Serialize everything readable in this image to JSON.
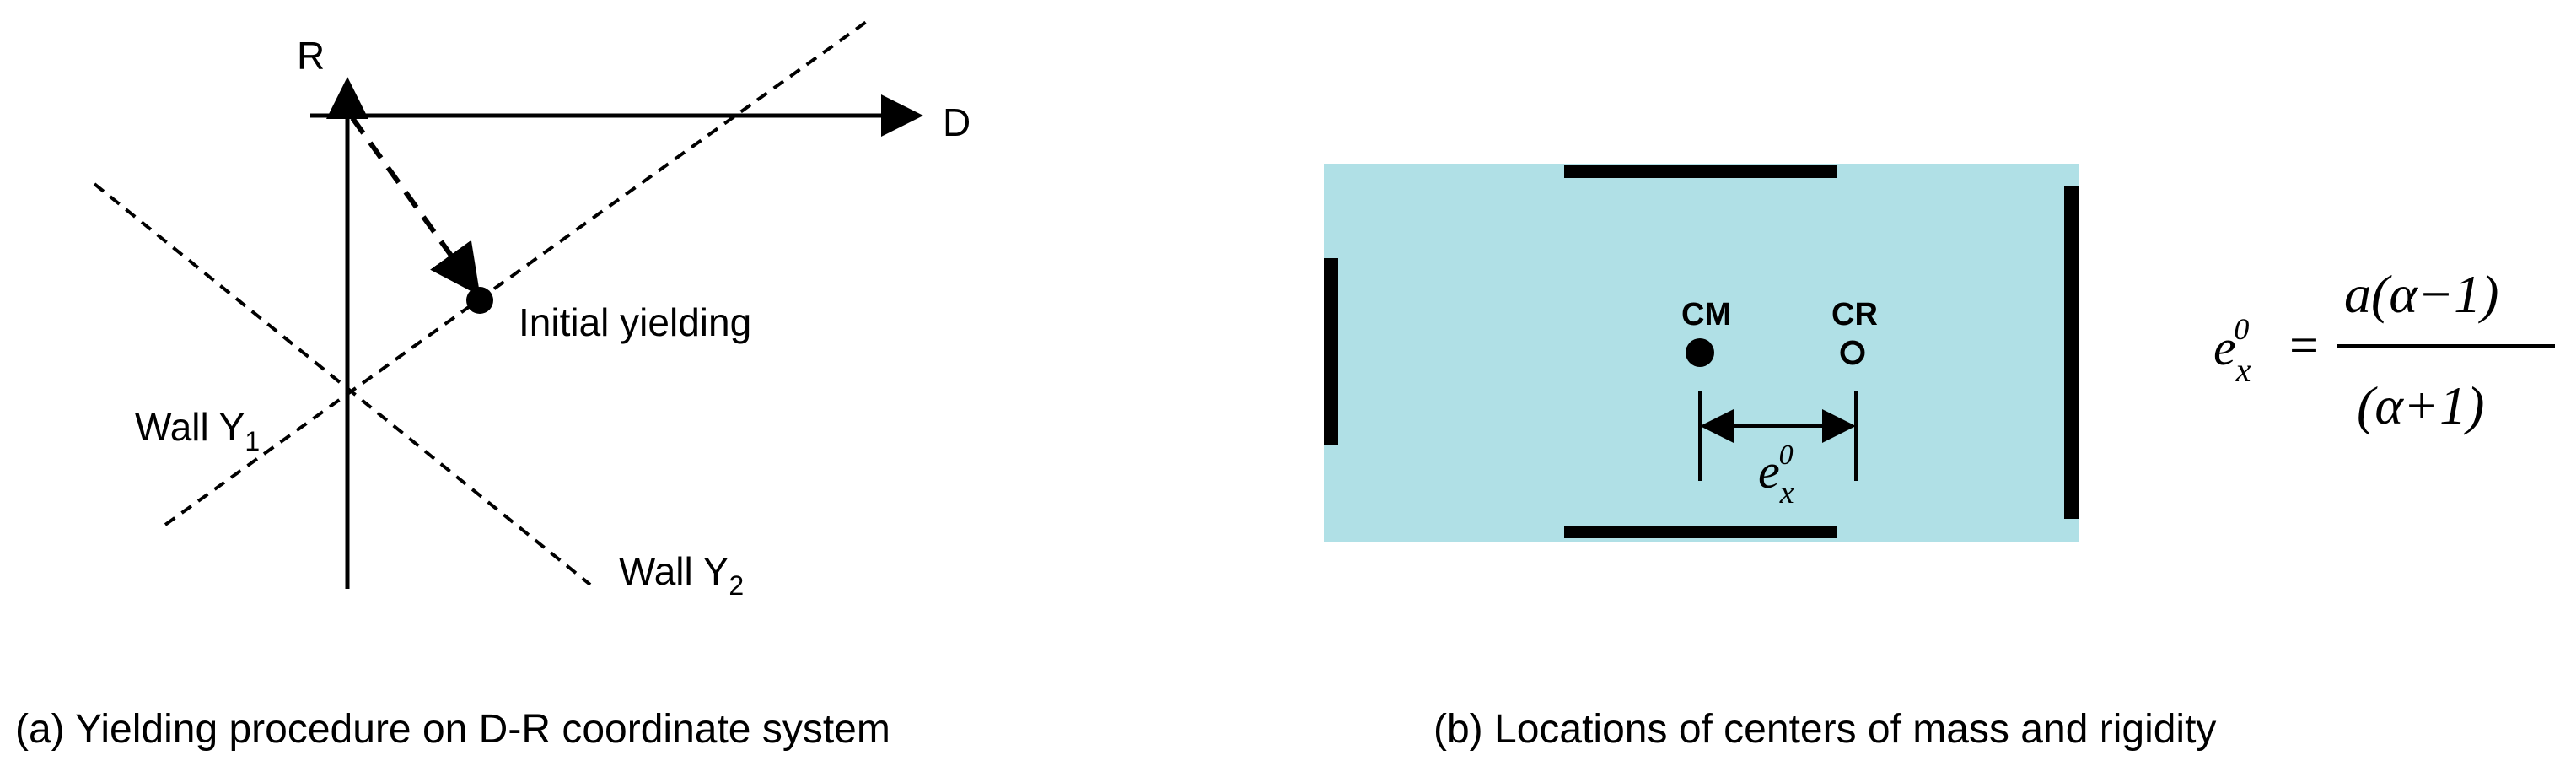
{
  "panel_a": {
    "axis_r": "R",
    "axis_d": "D",
    "point_label": "Initial yielding",
    "wall_y1": {
      "text": "Wall Y",
      "sub": "1"
    },
    "wall_y2": {
      "text": "Wall Y",
      "sub": "2"
    },
    "caption": "(a) Yielding procedure on D-R coordinate system"
  },
  "panel_b": {
    "cm_label": "CM",
    "cr_label": "CR",
    "dim_label": {
      "base": "e",
      "sub": "x",
      "sup": "0"
    },
    "caption": "(b) Locations of centers of mass and rigidity",
    "slab_color": "#b0e0e6"
  },
  "equation": {
    "lhs": {
      "base": "e",
      "sub": "x",
      "sup": "0"
    },
    "equals": "=",
    "numerator": "a(α−1)",
    "denominator": "(α+1)"
  }
}
